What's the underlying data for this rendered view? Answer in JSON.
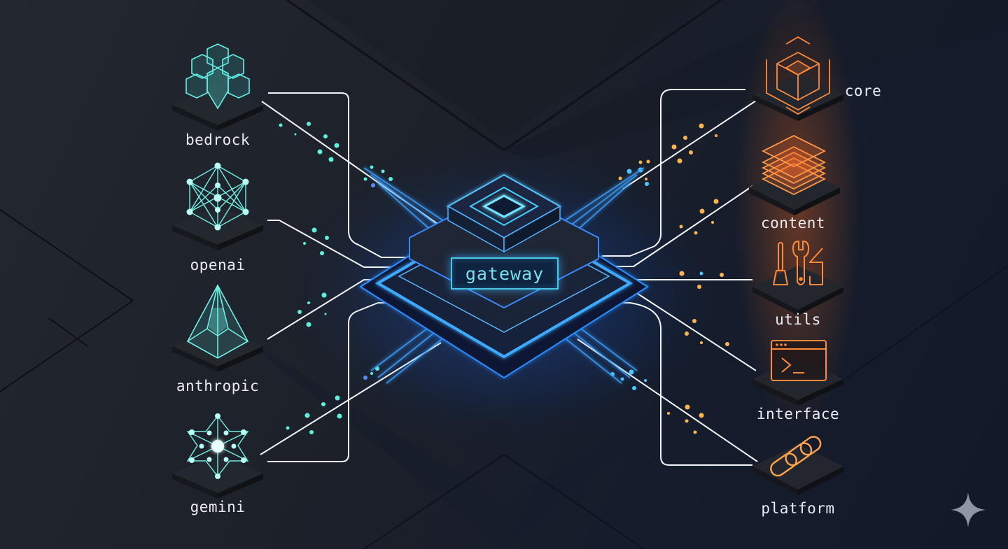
{
  "diagram": {
    "hub": {
      "label": "gateway",
      "color": "#3ba7ff"
    },
    "providers": {
      "color": "#4fe3dc",
      "items": [
        {
          "label": "bedrock",
          "icon": "bedrock-cube-cluster-icon"
        },
        {
          "label": "openai",
          "icon": "openai-network-hexagon-icon"
        },
        {
          "label": "anthropic",
          "icon": "anthropic-crystal-prism-icon"
        },
        {
          "label": "gemini",
          "icon": "gemini-star-nodes-icon"
        }
      ]
    },
    "modules": {
      "color": "#ff7a2e",
      "items": [
        {
          "label": "core",
          "icon": "core-cube-icon"
        },
        {
          "label": "content",
          "icon": "content-layers-icon"
        },
        {
          "label": "utils",
          "icon": "utils-tools-icon"
        },
        {
          "label": "interface",
          "icon": "interface-terminal-icon"
        },
        {
          "label": "platform",
          "icon": "platform-chain-link-icon"
        }
      ]
    },
    "watermark": {
      "icon": "sparkle-icon"
    }
  }
}
